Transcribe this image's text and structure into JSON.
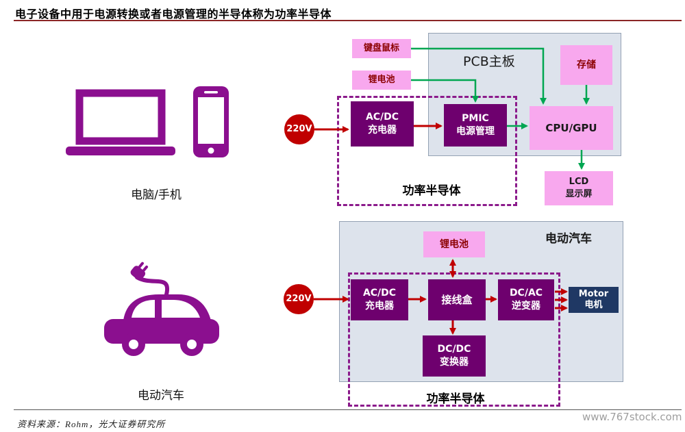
{
  "header": {
    "title": "电子设备中用于电源转换或者电源管理的半导体称为功率半导体"
  },
  "footer": {
    "source": "资料来源：Rohm，光大证券研究所",
    "watermark": "www.767stock.com"
  },
  "devices": {
    "computer_phone_label": "电脑/手机",
    "ev_label": "电动汽车"
  },
  "pcb": {
    "panel_label": "PCB主板",
    "voltage": "220V",
    "keyboard_mouse": "键盘鼠标",
    "li_battery": "锂电池",
    "acdc": "AC/DC\n充电器",
    "pmic": "PMIC\n电源管理",
    "cpu_gpu": "CPU/GPU",
    "storage": "存储",
    "lcd": "LCD\n显示屏",
    "power_semi": "功率半导体"
  },
  "ev": {
    "panel_label": "电动汽车",
    "voltage": "220V",
    "li_battery": "锂电池",
    "acdc": "AC/DC\n充电器",
    "junction_box": "接线盒",
    "dcac": "DC/AC\n逆变器",
    "motor": "Motor\n电机",
    "dcdc": "DC/DC\n变换器",
    "power_semi": "功率半导体"
  },
  "colors": {
    "dark_purple_box": "#6E006E",
    "pink_box": "#F8A8EE",
    "panel_gray": "#DDE3EC",
    "arrow_red": "#C00000",
    "arrow_green": "#00A651",
    "motor_navy": "#1F3864",
    "dashed_border": "#8B1A8B",
    "icon_purple": "#8B0F8F",
    "title_rule": "#8B2525",
    "voltage_badge": "#C00000"
  }
}
